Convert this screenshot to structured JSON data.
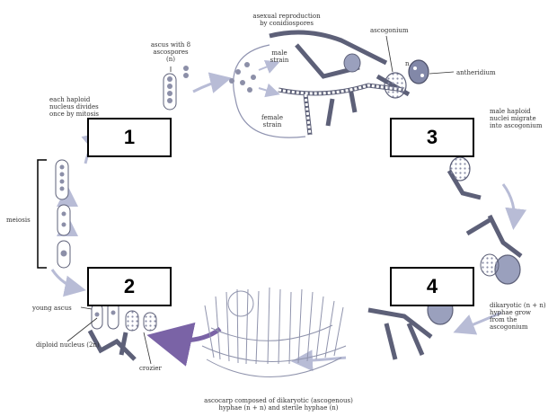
{
  "labels": {
    "asexual_reproduction": "asexual reproduction\nby conidiospores",
    "male_strain": "male\nstrain",
    "female_strain": "female\nstrain",
    "ascus_with_spores": "ascus with 8\nascospores\n(n)",
    "haploid_division": "each haploid\nnucleus divides\nonce by mitosis",
    "ascogonium": "ascogonium",
    "antheridium": "antheridium",
    "n_marker": "n",
    "male_nuclei_migrate": "male haploid\nnuclei migrate\ninto ascogonium",
    "meiosis": "meiosis",
    "young_ascus": "young ascus",
    "diploid_nucleus": "diploid nucleus (2n)",
    "crozier": "crozier",
    "dikaryotic_hyphae": "dikaryotic (n + n)\nhyphae grow\nfrom the\nascogonium",
    "ascocarp_caption": "ascocarp composed of dikaryotic (ascogenous)\nhyphae (n + n) and sterile hyphae (n)"
  },
  "boxes": {
    "box1": "1",
    "box2": "2",
    "box3": "3",
    "box4": "4"
  }
}
